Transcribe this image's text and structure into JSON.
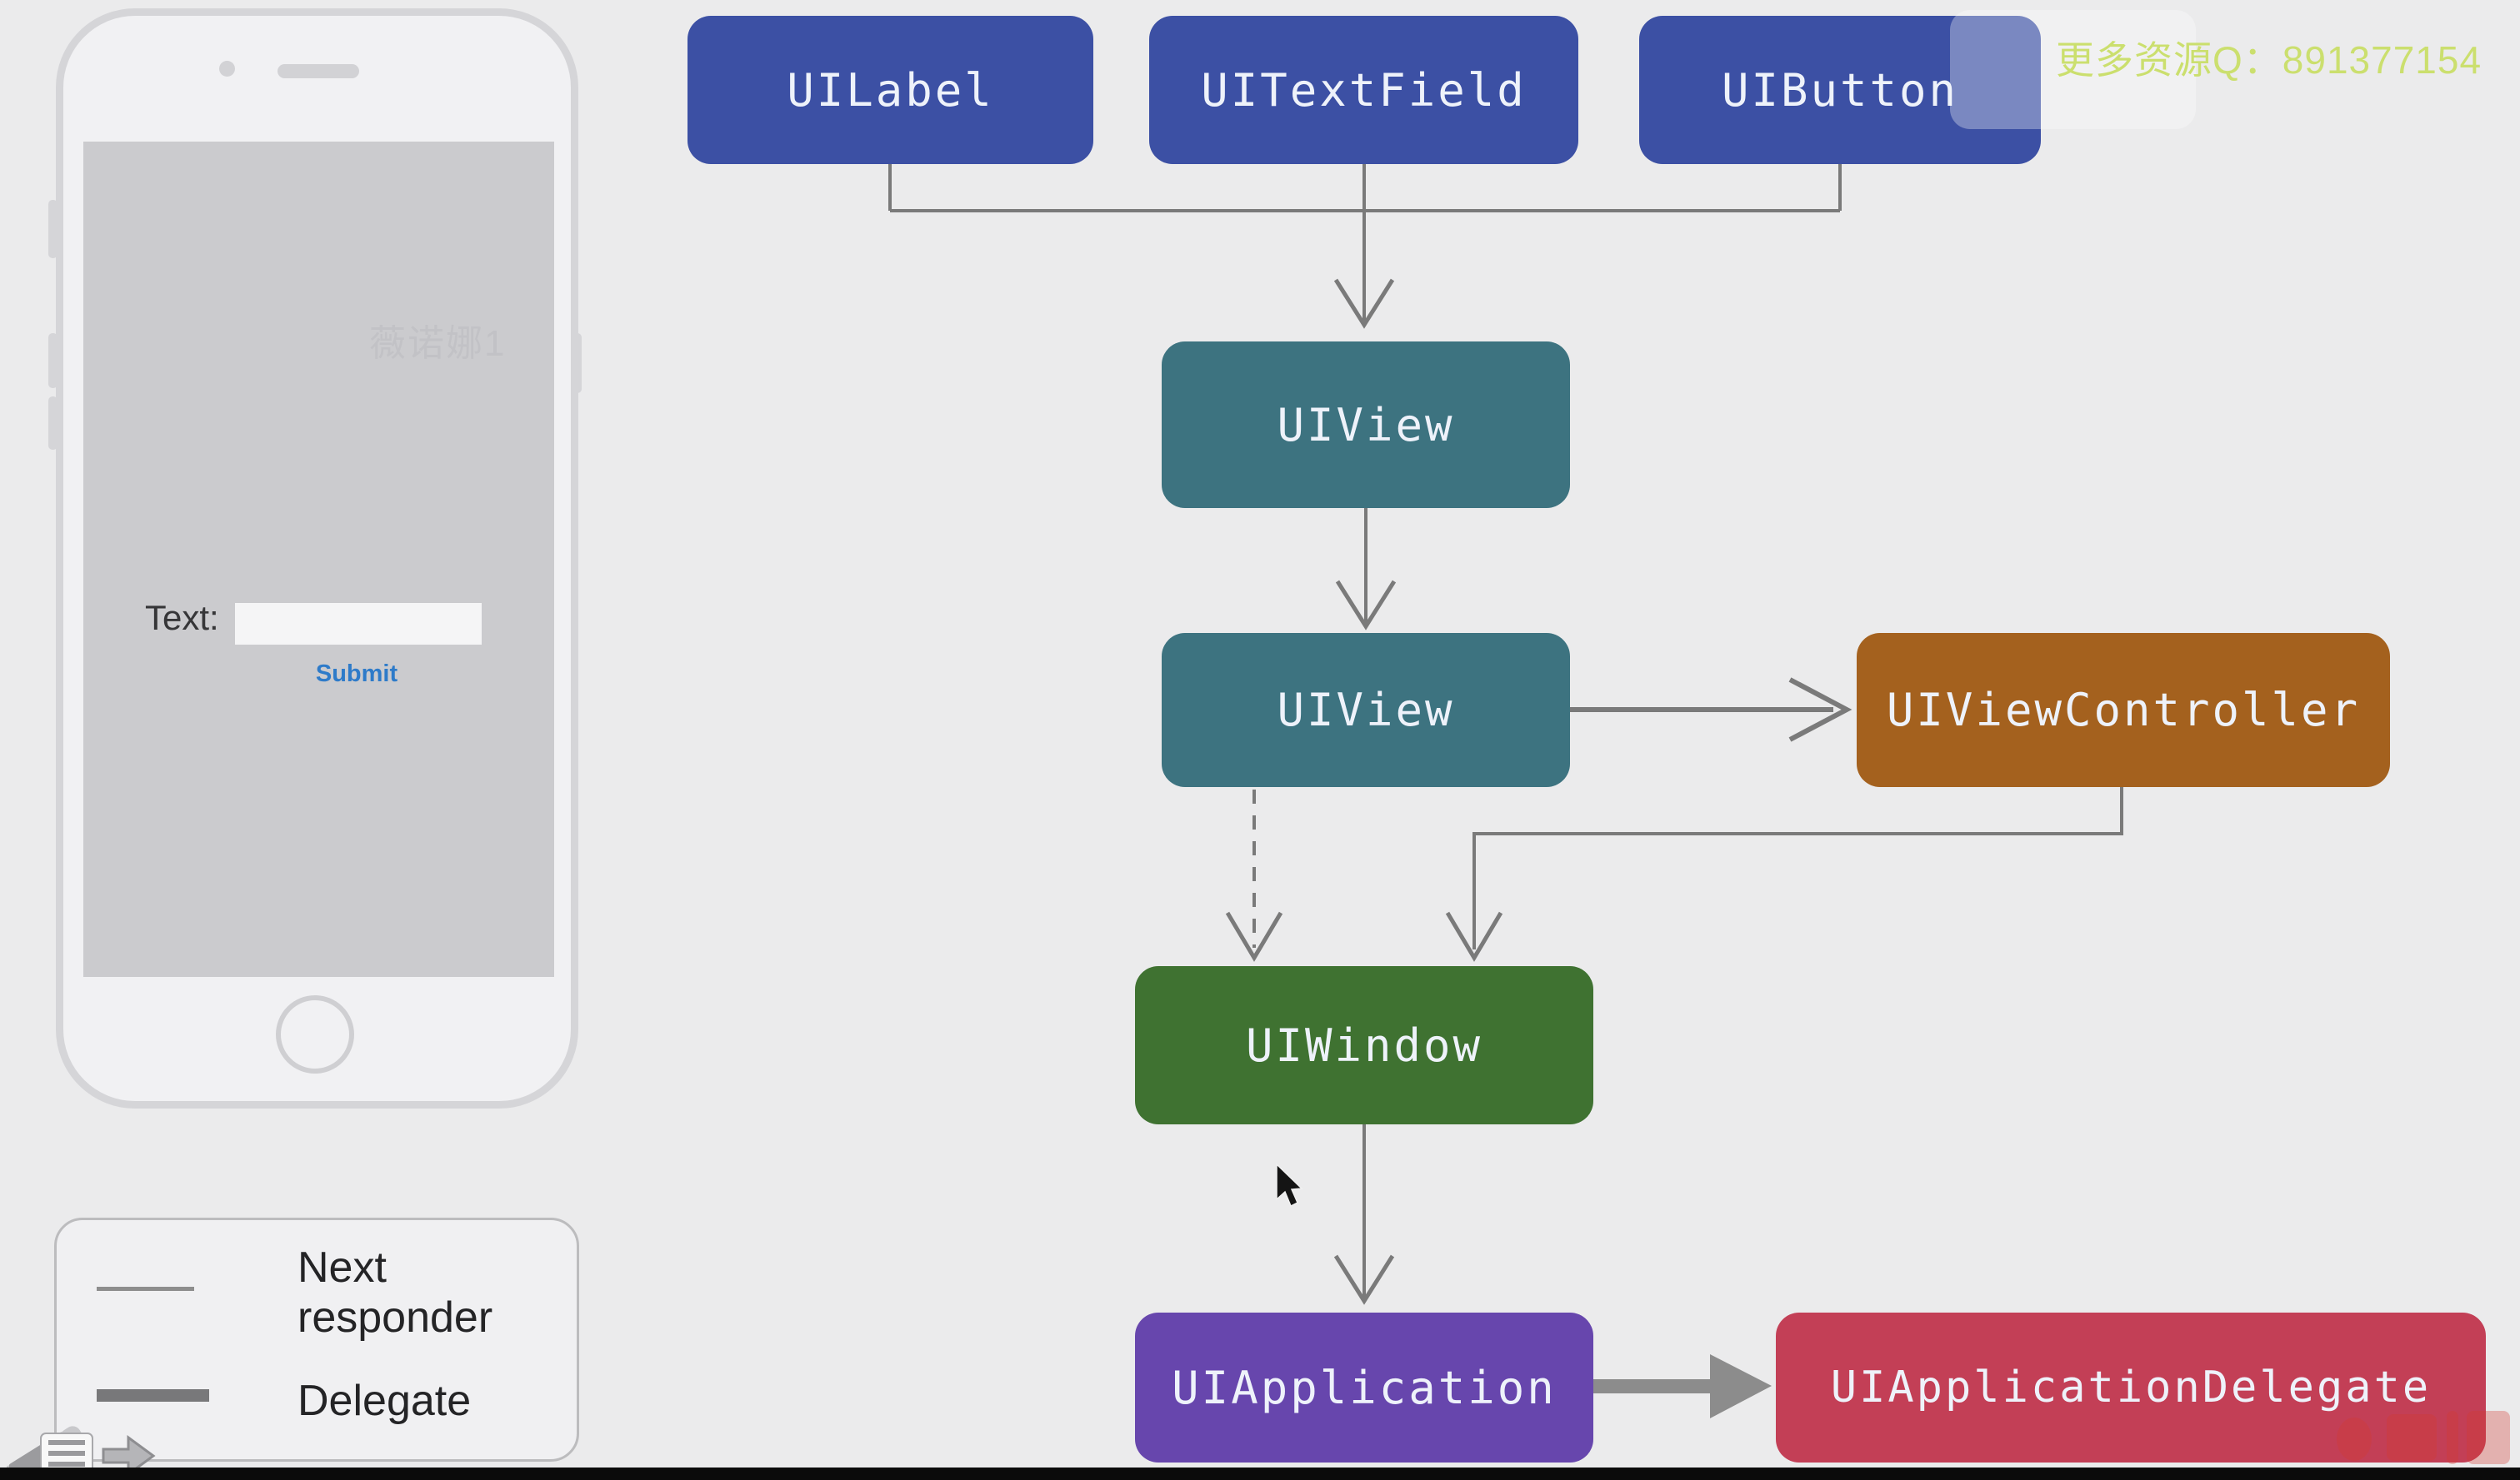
{
  "header": {
    "qq_watermark": "更多资源Q：891377154"
  },
  "phone": {
    "screen_watermark": "薇诺娜1",
    "text_label": "Text:",
    "input_value": "",
    "submit_label": "Submit"
  },
  "legend": {
    "next_responder_label": "Next responder",
    "delegate_label": "Delegate"
  },
  "diagram": {
    "nodes": {
      "uilabel": "UILabel",
      "uitextfield": "UITextField",
      "uibutton": "UIButton",
      "uiview_top": "UIView",
      "uiview_mid": "UIView",
      "uiviewcontroller": "UIViewController",
      "uiwindow": "UIWindow",
      "uiapplication": "UIApplication",
      "uiapplicationdelegate": "UIApplicationDelegate"
    },
    "colors": {
      "control_blue": "#3c50a4",
      "view_teal": "#3d7380",
      "controller_brown": "#a4611e",
      "window_green": "#3f7231",
      "application_purple": "#6746ad",
      "delegate_red": "#c33f56",
      "connector_gray": "#7a7a7a"
    }
  }
}
